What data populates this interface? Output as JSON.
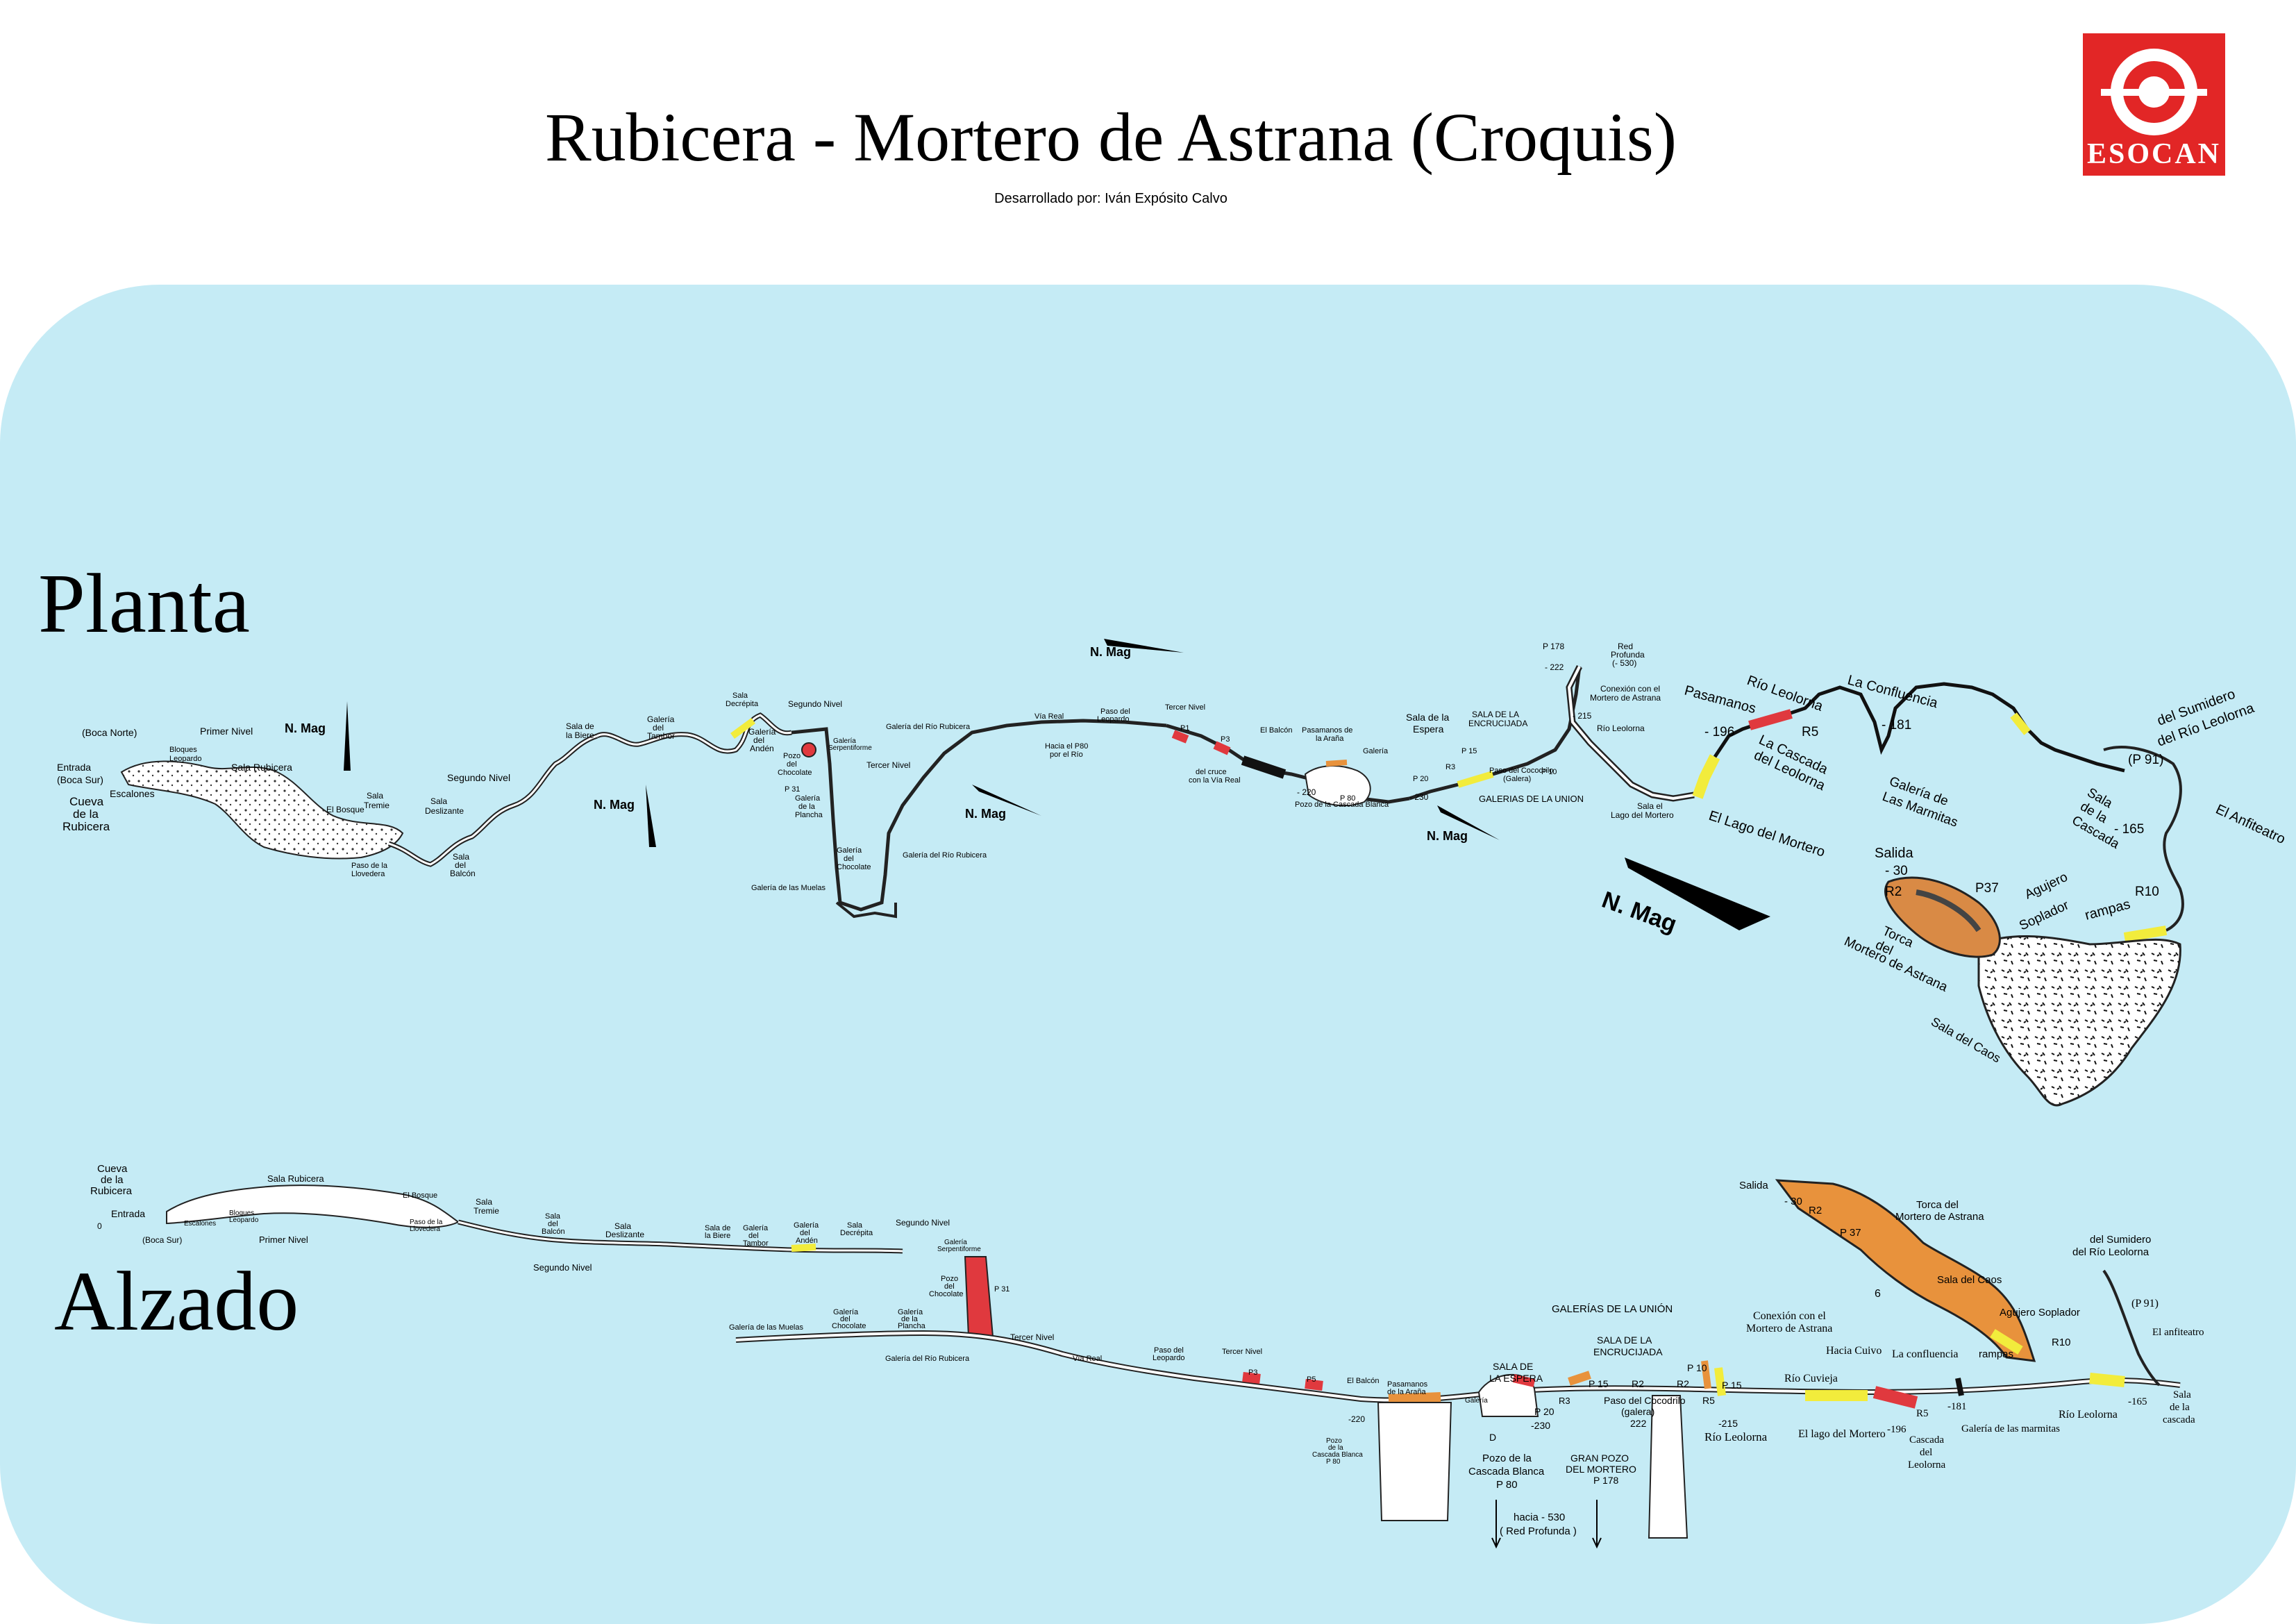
{
  "header": {
    "title": "Rubicera - Mortero de Astrana (Croquis)",
    "subtitle": "Desarrollado por: Iván Expósito Calvo",
    "logo_text": "ESOCAN"
  },
  "sections": {
    "plan": "Planta",
    "elevation": "Alzado"
  },
  "colors": {
    "background": "#c5ebf5",
    "passage_red": "#e0393e",
    "passage_yellow": "#f2ec3c",
    "passage_orange": "#e8923c",
    "logo_red": "#e22626"
  },
  "north_label": "N. Mag",
  "plan_labels": {
    "boca_norte": "(Boca Norte)",
    "entrada": "Entrada",
    "boca_sur": "(Boca Sur)",
    "escalones": "Escalones",
    "cueva": "Cueva",
    "de_la": "de la",
    "rubicera": "Rubicera",
    "primer_nivel": "Primer Nivel",
    "bloques_1": "Bloques",
    "bloques_2": "Leopardo",
    "sala_rubicera": "Sala Rubicera",
    "el_bosque": "El Bosque",
    "sala_tremie_1": "Sala",
    "sala_tremie_2": "Tremie",
    "paso_1": "Paso de la",
    "paso_2": "Llovedera",
    "segundo_nivel": "Segundo Nivel",
    "sala_deslizante_1": "Sala",
    "sala_deslizante_2": "Deslizante",
    "sala_balcon_1": "Sala",
    "sala_balcon_2": "del",
    "sala_balcon_3": "Balcón",
    "sala_biere_1": "Sala de",
    "sala_biere_2": "la Biere",
    "galeria_tambor_1": "Galería",
    "galeria_tambor_2": "del",
    "galeria_tambor_3": "Tambor",
    "sala_decrepita_1": "Sala",
    "sala_decrepita_2": "Decrépita",
    "segundo_nivel_2": "Segundo Nivel",
    "galeria_anden_1": "Galería",
    "galeria_anden_2": "del",
    "galeria_anden_3": "Andén",
    "pozo_choc_1": "Pozo",
    "pozo_choc_2": "del",
    "pozo_choc_3": "Chocolate",
    "galeria_serp_1": "Galería",
    "galeria_serp_2": "Serpentiforme",
    "tercer_nivel": "Tercer Nivel",
    "galeria_plancha_1": "Galería",
    "galeria_plancha_2": "de la",
    "galeria_plancha_3": "Plancha",
    "galeria_choc_1": "Galería",
    "galeria_choc_2": "del",
    "galeria_choc_3": "Chocolate",
    "galeria_muelas": "Galería de las Muelas",
    "galeria_rio_rubicera": "Galería del Río Rubicera",
    "galeria_rio_rubicera_2": "Galería del Río Rubicera",
    "via_real": "Vía Real",
    "paso_leopardo_1": "Paso del",
    "paso_leopardo_2": "Leopardo",
    "tercer_nivel_2": "Tercer Nivel",
    "hacia_p80_1": "Hacia el P80",
    "hacia_p80_2": "por el Río",
    "del_cruce_1": "del cruce",
    "del_cruce_2": "con la Vía Real",
    "el_balcon": "El Balcón",
    "pasamanos_arana_1": "Pasamanos de",
    "pasamanos_arana_2": "la Araña",
    "galeria": "Galería",
    "pozo_cascada_blanca": "Pozo de la Cascada Blanca",
    "sala_espera_1": "Sala de la",
    "sala_espera_2": "Espera",
    "sala_encrucijada_1": "SALA DE LA",
    "sala_encrucijada_2": "ENCRUCIJADA",
    "paso_cocodrilo_1": "Paso del Cocodrilo",
    "paso_cocodrilo_2": "(Galera)",
    "galerias_union": "GALERIAS DE LA UNION",
    "p178": "P 178",
    "red_profunda_1": "Red",
    "red_profunda_2": "Profunda",
    "red_profunda_3": "(- 530)",
    "conexion_1": "Conexión con el",
    "conexion_2": "Mortero de Astrana",
    "rio_leolorna_small": "Río Leolorna",
    "sala_lago_1": "Sala el",
    "sala_lago_2": "Lago del Mortero",
    "pasamanos": "Pasamanos",
    "rio_leolorna": "Río Leolorna",
    "la_cascada_1": "La Cascada",
    "la_cascada_2": "del Leolorna",
    "el_lago_mortero": "El Lago del Mortero",
    "la_confluencia": "La Confluencia",
    "galeria_marmitas_1": "Galería de",
    "galeria_marmitas_2": "Las Marmitas",
    "sumidero_1": "del Sumidero",
    "sumidero_2": "del Río Leolorna",
    "p91": "(P 91)",
    "sala_cascada_1": "Sala",
    "sala_cascada_2": "de la",
    "sala_cascada_3": "Cascada",
    "el_anfiteatro": "El Anfiteatro",
    "salida": "Salida",
    "torca_1": "Torca",
    "torca_2": "del",
    "torca_3": "Mortero de Astrana",
    "agujero_1": "Agujero",
    "agujero_2": "Soplador",
    "rampas": "rampas",
    "sala_caos": "Sala del Caos",
    "d_m30": "- 30",
    "d_m196": "- 196",
    "d_m181": "- 181",
    "d_m165": "- 165",
    "d_m220": "- 220",
    "d_m230": "- 230",
    "d_m222": "- 222",
    "d_m215": "- 215",
    "r2": "R2",
    "r3": "R3",
    "r5": "R5",
    "r10": "R10",
    "p37": "P37",
    "p1": "P1",
    "p3": "P3",
    "p10": "P 10",
    "p15": "P 15",
    "p20": "P 20",
    "p80": "P 80",
    "p31": "P 31"
  },
  "elevation_labels": {
    "cueva_1": "Cueva",
    "cueva_2": "de la",
    "cueva_3": "Rubicera",
    "entrada": "Entrada",
    "cero": "0",
    "boca_sur": "(Boca Sur)",
    "escalones": "Escalones",
    "bloques_1": "Bloques",
    "bloques_2": "Leopardo",
    "sala_rubicera": "Sala Rubicera",
    "primer_nivel": "Primer Nivel",
    "el_bosque": "El Bosque",
    "sala_tremie_1": "Sala",
    "sala_tremie_2": "Tremie",
    "paso_1": "Paso de la",
    "paso_2": "Llovedera",
    "sala_balcon_1": "Sala",
    "sala_balcon_2": "del",
    "sala_balcon_3": "Balcón",
    "sala_deslizante_1": "Sala",
    "sala_deslizante_2": "Deslizante",
    "segundo_nivel": "Segundo Nivel",
    "sala_biere_1": "Sala de",
    "sala_biere_2": "la Biere",
    "galeria_tambor_1": "Galería",
    "galeria_tambor_2": "del",
    "galeria_tambor_3": "Tambor",
    "galeria_anden_1": "Galería",
    "galeria_anden_2": "del",
    "galeria_anden_3": "Andén",
    "sala_decrepita_1": "Sala",
    "sala_decrepita_2": "Decrépita",
    "segundo_nivel_2": "Segundo Nivel",
    "galeria_serp_1": "Galería",
    "galeria_serp_2": "Serpentiforme",
    "pozo_choc_1": "Pozo",
    "pozo_choc_2": "del",
    "pozo_choc_3": "Chocolate",
    "p31": "P 31",
    "galeria_muelas": "Galería de las Muelas",
    "galeria_choc_1": "Galería",
    "galeria_choc_2": "del",
    "galeria_choc_3": "Chocolate",
    "galeria_plancha_1": "Galería",
    "galeria_plancha_2": "de la",
    "galeria_plancha_3": "Plancha",
    "tercer_nivel": "Tercer Nivel",
    "galeria_rio_rubicera": "Galería del Río Rubicera",
    "via_real": "Vía Real",
    "paso_leopardo_1": "Paso del",
    "paso_leopardo_2": "Leopardo",
    "tercer_nivel_2": "Tercer Nivel",
    "p3": "P3",
    "p5": "P5",
    "el_balcon": "El Balcón",
    "pasamanos_1": "Pasamanos",
    "pasamanos_2": "de la Araña",
    "d_m220": "-220",
    "pozo_cb_1": "Pozo",
    "pozo_cb_2": "de la",
    "pozo_cb_3": "Cascada Blanca",
    "pozo_cb_4": "P 80",
    "galeria": "Galería",
    "sala_espera_1": "SALA DE",
    "sala_espera_2": "LA ESPERA",
    "d": "D",
    "pozo_cascada_1": "Pozo de la",
    "pozo_cascada_2": "Cascada Blanca",
    "pozo_cascada_3": "P 80",
    "hacia_1": "hacia - 530",
    "hacia_2": "( Red Profunda )",
    "p20": "P 20",
    "d_m230": "-230",
    "r3": "R3",
    "galerias_union": "GALERÍAS DE LA UNIÓN",
    "sala_encrucijada_1": "SALA DE LA",
    "sala_encrucijada_2": "ENCRUCIJADA",
    "p15": "P 15",
    "r2": "R2",
    "r2b": "R2",
    "paso_cocodrilo_1": "Paso del Cocodrilo",
    "paso_cocodrilo_2": "(galera)",
    "d_m222": "222",
    "gran_pozo_1": "GRAN POZO",
    "gran_pozo_2": "DEL MORTERO",
    "gran_pozo_3": "P 178",
    "p10": "P 10",
    "p15b": "P 15",
    "r5": "R5",
    "d_m215": "-215",
    "rio_leolorna": "Río Leolorna",
    "conexion_1": "Conexión con el",
    "conexion_2": "Mortero de Astrana",
    "hacia_cuivo": "Hacia Cuivo",
    "rio_cuvieja": "Río Cuvieja",
    "el_lago": "El lago del Mortero",
    "la_confluencia": "La confluencia",
    "d_m196": "-196",
    "r5b": "R5",
    "d_m181": "-181",
    "cascada_1": "Cascada",
    "cascada_2": "del",
    "cascada_3": "Leolorna",
    "galeria_marmitas": "Galería de las marmitas",
    "rio_leolorna_2": "Río Leolorna",
    "d_m165": "-165",
    "sala_cascada_1": "Sala",
    "sala_cascada_2": "de la",
    "sala_cascada_3": "cascada",
    "el_anfiteatro": "El anfiteatro",
    "p91": "(P 91)",
    "sumidero_1": "del Sumidero",
    "sumidero_2": "del Río Leolorna",
    "r10": "R10",
    "rampas": "rampas",
    "agujero": "Agujero Soplador",
    "sala_caos": "Sala del Caos",
    "torca_1": "Torca del",
    "torca_2": "Mortero de Astrana",
    "p37": "P 37",
    "r2c": "R2",
    "d_m30": "- 30",
    "salida": "Salida",
    "seis": "6"
  }
}
